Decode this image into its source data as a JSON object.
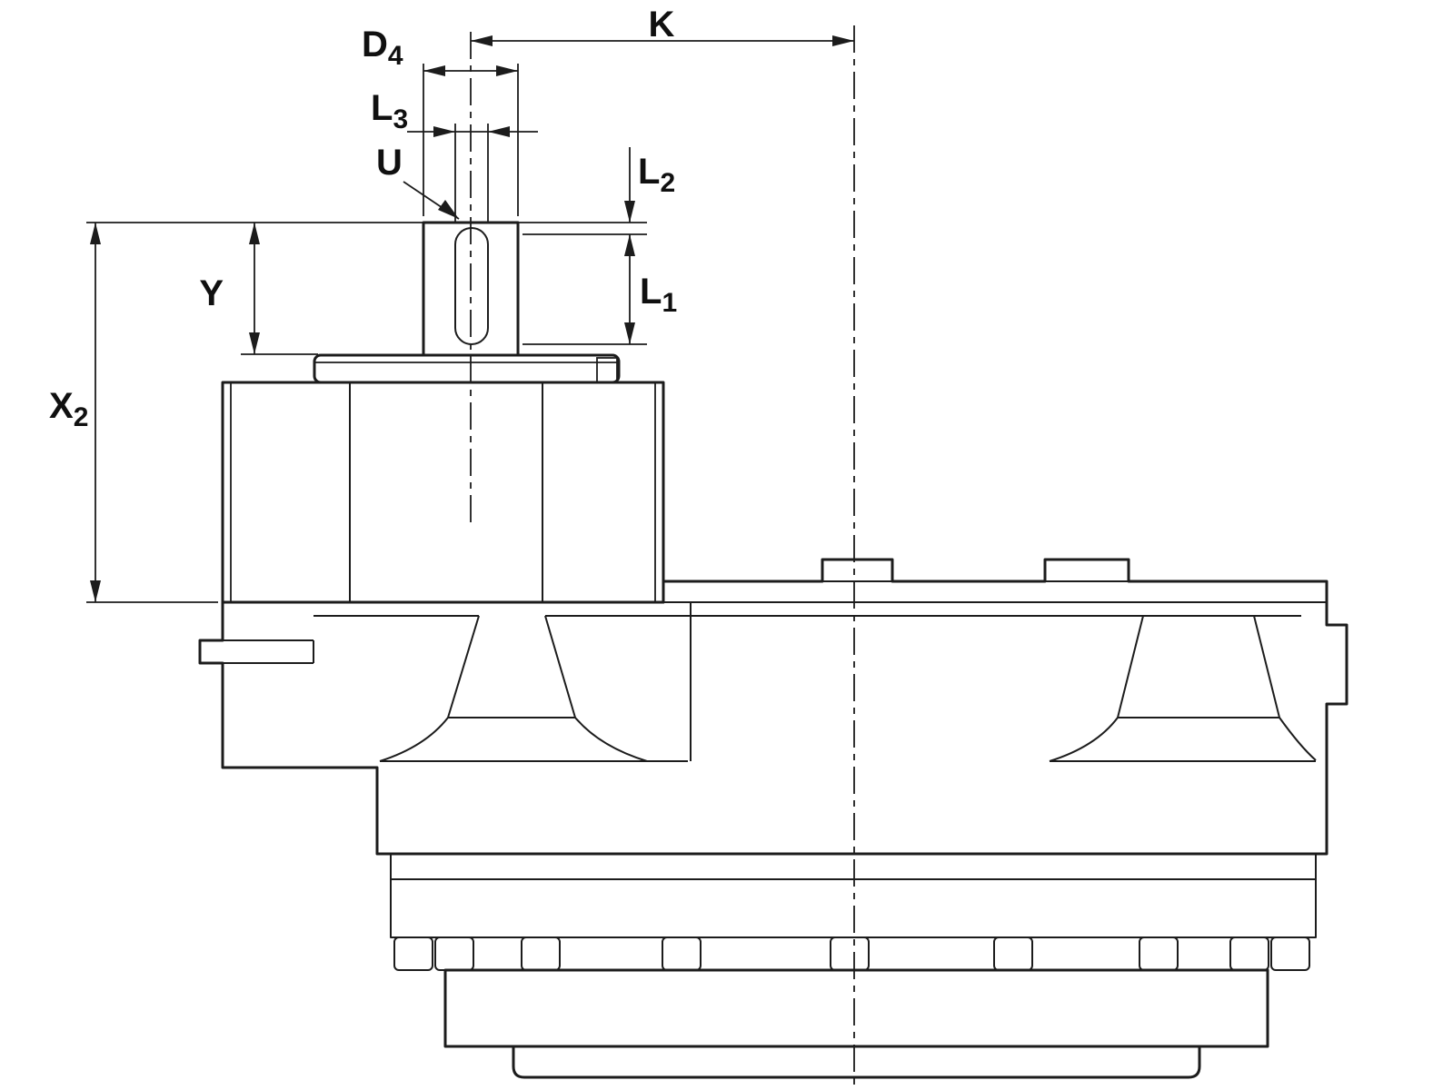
{
  "figure": {
    "title": "Gear drive unit side view with dimensioned output shaft and motor adapter",
    "type": "dimensioned engineering drawing"
  },
  "colors": {
    "housing_teal": "#c6e3e3",
    "band_teal": "#b7dbdb",
    "adapter_green": "#d9eccf",
    "metal_light": "#f2f2f2",
    "metal_dark": "#7f7f7f",
    "line": "#1c1c1c",
    "background": "#ffffff"
  },
  "dimensions": {
    "k": {
      "base": "K",
      "sub": ""
    },
    "d4": {
      "base": "D",
      "sub": "4"
    },
    "l3": {
      "base": "L",
      "sub": "3"
    },
    "u": {
      "base": "U",
      "sub": ""
    },
    "l2": {
      "base": "L",
      "sub": "2"
    },
    "l1": {
      "base": "L",
      "sub": "1"
    },
    "y": {
      "base": "Y",
      "sub": ""
    },
    "x2": {
      "base": "X",
      "sub": "2"
    }
  }
}
